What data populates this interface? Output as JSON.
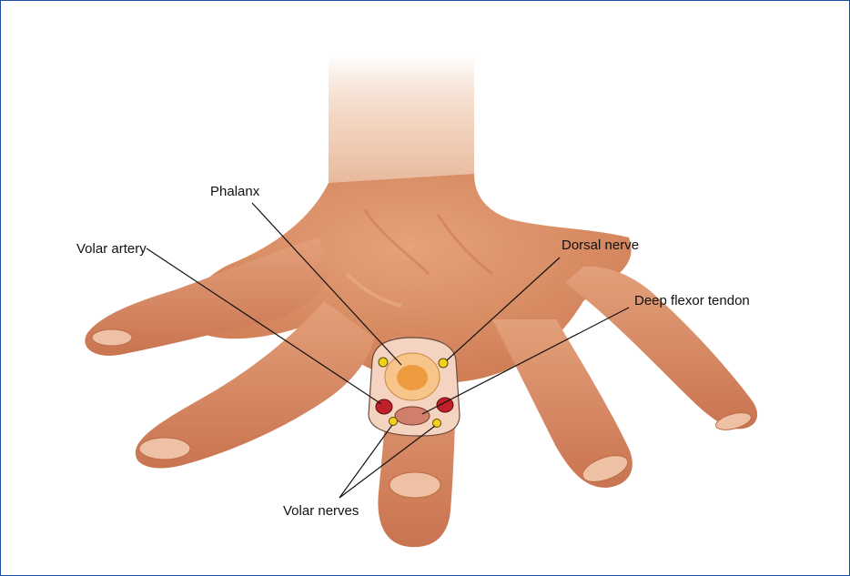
{
  "labels": {
    "phalanx": "Phalanx",
    "volar_artery": "Volar artery",
    "dorsal_nerve": "Dorsal nerve",
    "deep_flexor_tendon": "Deep flexor tendon",
    "volar_nerves": "Volar nerves"
  },
  "colors": {
    "frame_border": "#1f4fa3",
    "skin": "#d88b62",
    "skin_shadow": "#bd6b46",
    "skin_highlight": "#eab08a",
    "nail": "#eec0a4",
    "section_outer": "#f4d3c0",
    "bone_outer": "#f7c48a",
    "bone_marrow": "#ee9a3e",
    "artery": "#c0202a",
    "nerve": "#f2d21b",
    "tendon": "#cf7f6a",
    "leader_line": "#111111"
  }
}
